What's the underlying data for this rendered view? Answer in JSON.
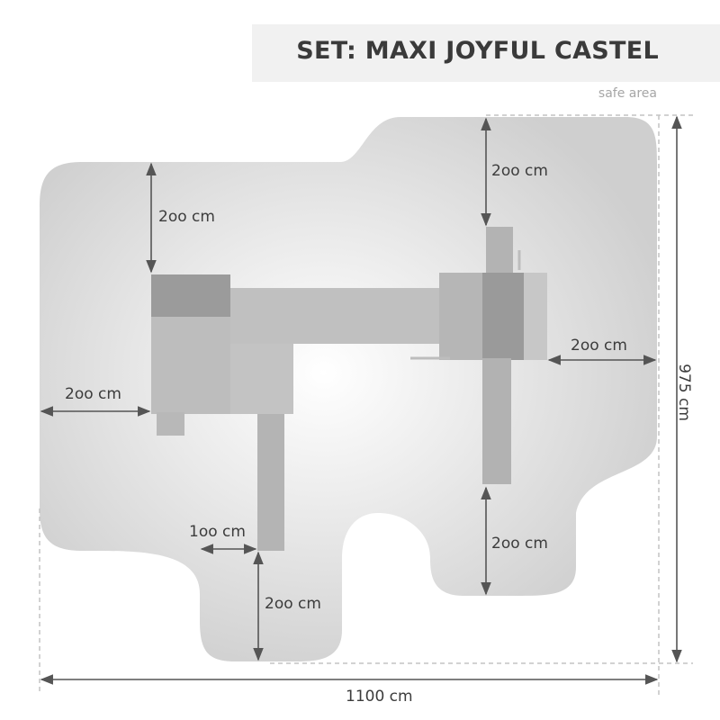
{
  "header": {
    "title": "SET: MAXI JOYFUL CASTEL",
    "safe_area_label": "safe area"
  },
  "dimensions": {
    "top_left_clearance": "2oo cm",
    "left_clearance": "2oo cm",
    "top_right_clearance": "2oo cm",
    "right_clearance": "2oo cm",
    "bottom_right_clearance": "2oo cm",
    "bottom_slide_clearance": "2oo cm",
    "slide_side_clearance": "1oo cm",
    "total_width": "1100 cm",
    "total_depth": "975 cm"
  },
  "colors": {
    "safe_area_fill": "#d2d2d2",
    "tower_light": "#b9b9b9",
    "tower_dark": "#999999",
    "dim_line": "#555555",
    "dashed_guide": "#c4c4c4"
  }
}
